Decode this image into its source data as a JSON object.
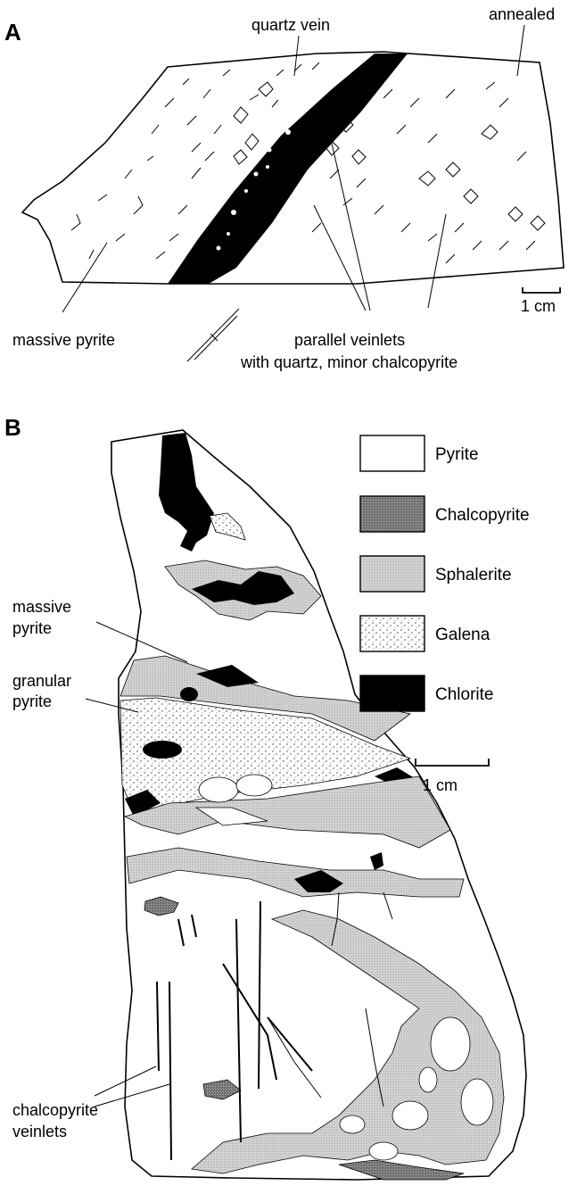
{
  "panel_a": {
    "letter": "A",
    "labels": {
      "quartz_vein": "quartz vein",
      "annealed": "annealed",
      "massive_pyrite": "massive pyrite",
      "parallel_veinlets_1": "parallel veinlets",
      "parallel_veinlets_2": "with quartz, minor chalcopyrite",
      "scale": "1 cm"
    }
  },
  "panel_b": {
    "letter": "B",
    "labels": {
      "massive_pyrite_1": "massive",
      "massive_pyrite_2": "pyrite",
      "granular_pyrite_1": "granular",
      "granular_pyrite_2": "pyrite",
      "chalcopyrite_veinlets_1": "chalcopyrite",
      "chalcopyrite_veinlets_2": "veinlets",
      "scale": "1 cm"
    },
    "legend": [
      {
        "label": "Pyrite",
        "pattern": "white"
      },
      {
        "label": "Chalcopyrite",
        "pattern": "dark-stipple"
      },
      {
        "label": "Sphalerite",
        "pattern": "light-stipple"
      },
      {
        "label": "Galena",
        "pattern": "dots"
      },
      {
        "label": "Chlorite",
        "pattern": "black"
      }
    ]
  }
}
